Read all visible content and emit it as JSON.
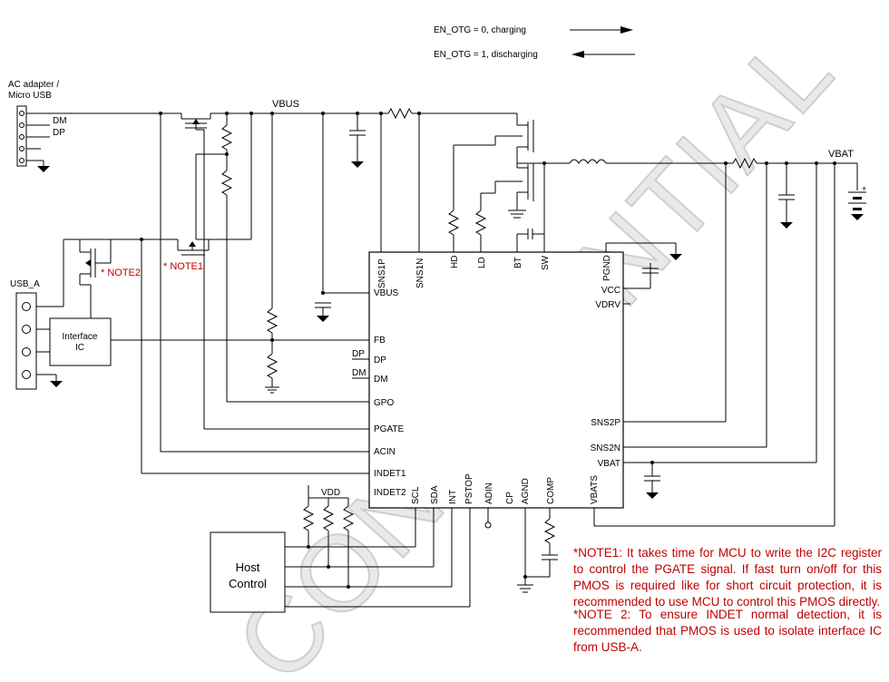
{
  "legend": {
    "charging": "EN_OTG  = 0, charging",
    "discharging": "EN_OTG = 1, discharging"
  },
  "connectors": {
    "ac_adapter_line1": "AC adapter /",
    "ac_adapter_line2": "Micro USB",
    "dm": "DM",
    "dp": "DP",
    "usb_a": "USB_A"
  },
  "nets": {
    "vbus": "VBUS",
    "vbat": "VBAT",
    "vdd": "VDD",
    "dp": "DP",
    "dm": "DM"
  },
  "blocks": {
    "interface_ic_line1": "Interface",
    "interface_ic_line2": "IC",
    "host_line1": "Host",
    "host_line2": "Control"
  },
  "markers": {
    "note1": "* NOTE1",
    "note2": "* NOTE2"
  },
  "chip_pins": {
    "top": [
      "SNS1P",
      "SNS1N",
      "HD",
      "LD",
      "BT",
      "SW",
      "PGND"
    ],
    "left": [
      "VBUS",
      "FB",
      "DP",
      "DM",
      "GPO",
      "PGATE",
      "ACIN",
      "INDET1",
      "INDET2"
    ],
    "right": [
      "VCC",
      "VDRV",
      "SNS2P",
      "SNS2N",
      "VBAT"
    ],
    "bottom": [
      "SCL",
      "SDA",
      "INT",
      "PSTOP",
      "ADIN",
      "CP",
      "AGND",
      "COMP",
      "VBATS"
    ]
  },
  "watermark": "CONFIDENTIAL",
  "notes": {
    "note1": "*NOTE1: It takes time for MCU to write the I2C register to control the PGATE signal. If fast turn on/off for this PMOS is required like for short circuit protection, it is recommended to use MCU to control this PMOS directly.",
    "note2": "*NOTE 2: To ensure INDET normal detection, it is recommended that PMOS is used to isolate interface IC from USB-A."
  }
}
